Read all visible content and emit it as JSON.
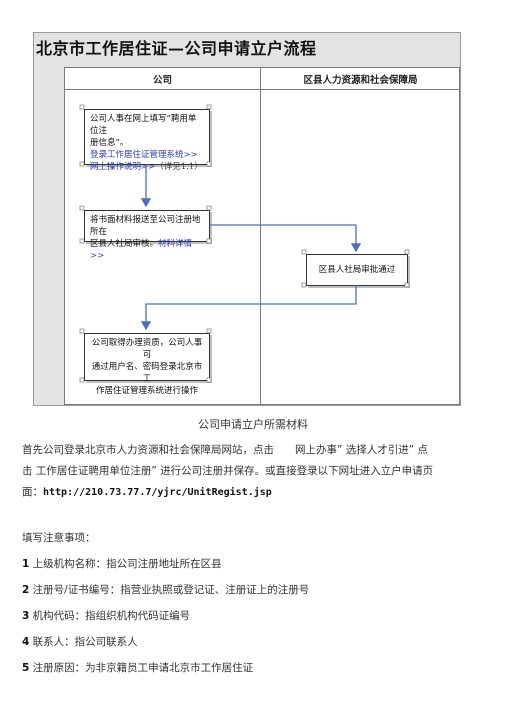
{
  "flowchart": {
    "title": "北京市工作居住证—公司申请立户流程",
    "lanes": [
      "公司",
      "区县人力资源和社会保障局"
    ],
    "box1": {
      "line1": "公司人事在网上填写“聘用单位注",
      "line2": "册信息”。",
      "link1": "登录工作居住证管理系统>>",
      "link2": "网上操作说明>>",
      "note": "（详见1.1）"
    },
    "box2": {
      "line1": "将书面材料报送至公司注册地所在",
      "line2": "区县人社局审核。",
      "link": "材料详情>>"
    },
    "box3": {
      "text": "区县人社局审批通过"
    },
    "box4": {
      "line1": "公司取得办理资质，公司人事可",
      "line2": "通过用户名、密码登录北京市工",
      "line3": "作居住证管理系统进行操作"
    }
  },
  "doc": {
    "section_title": "公司申请立户所需材料",
    "para1_a": "首先公司登录北京市人力资源和社会保障局网站，点击　　网上办事”  选择人才引进”  点",
    "para1_b": "击  工作居住证聘用单位注册”  进行公司注册并保存。或直接登录以下网址进入立户申请页",
    "para1_c": "面：",
    "url": "http://210.73.77.7/yjrc/UnitRegist.jsp",
    "notes_title": "填写注意事项：",
    "items": [
      {
        "num": "1",
        "text": "上级机构名称：指公司注册地址所在区县"
      },
      {
        "num": "2",
        "text": "注册号/证书编号：指营业执照或登记证、注册证上的注册号"
      },
      {
        "num": "3",
        "text": "机构代码：指组织机构代码证编号"
      },
      {
        "num": "4",
        "text": "联系人：指公司联系人"
      },
      {
        "num": "5",
        "text": "注册原因：为非京籍员工申请北京市工作居住证"
      }
    ]
  }
}
